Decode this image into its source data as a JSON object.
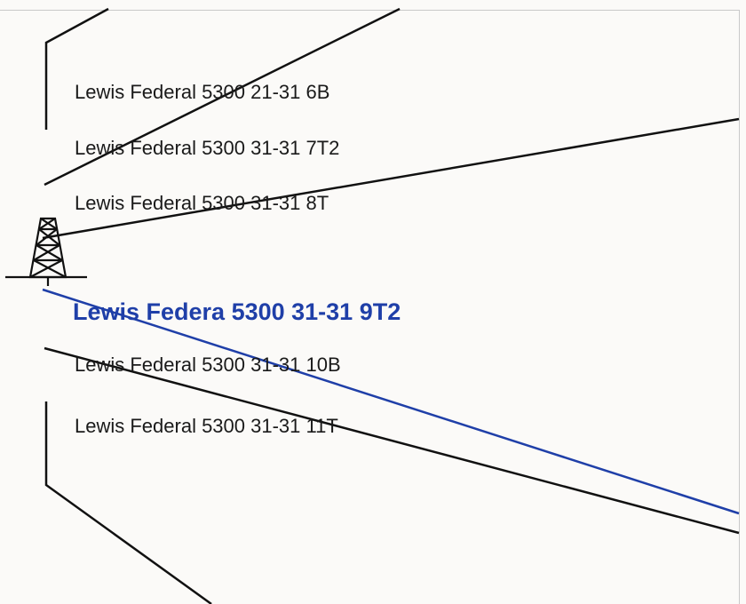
{
  "wells": [
    {
      "id": "6b",
      "label": "Lewis Federal 5300 21-31 6B",
      "highlight": false
    },
    {
      "id": "7t2",
      "label": "Lewis Federal 5300 31-31 7T2",
      "highlight": false
    },
    {
      "id": "8t",
      "label": "Lewis Federal 5300 31-31 8T",
      "highlight": false
    },
    {
      "id": "9t2",
      "label": "Lewis Federa 5300 31-31 9T2",
      "highlight": true
    },
    {
      "id": "10b",
      "label": "Lewis Federal 5300 31-31 10B",
      "highlight": false
    },
    {
      "id": "11t",
      "label": "Lewis Federal 5300 31-31 11T",
      "highlight": false
    }
  ],
  "colors": {
    "line": "#111111",
    "highlight": "#1f3fa8",
    "label": "#1a1a1a"
  },
  "icons": {
    "rig": "derrick-icon"
  }
}
